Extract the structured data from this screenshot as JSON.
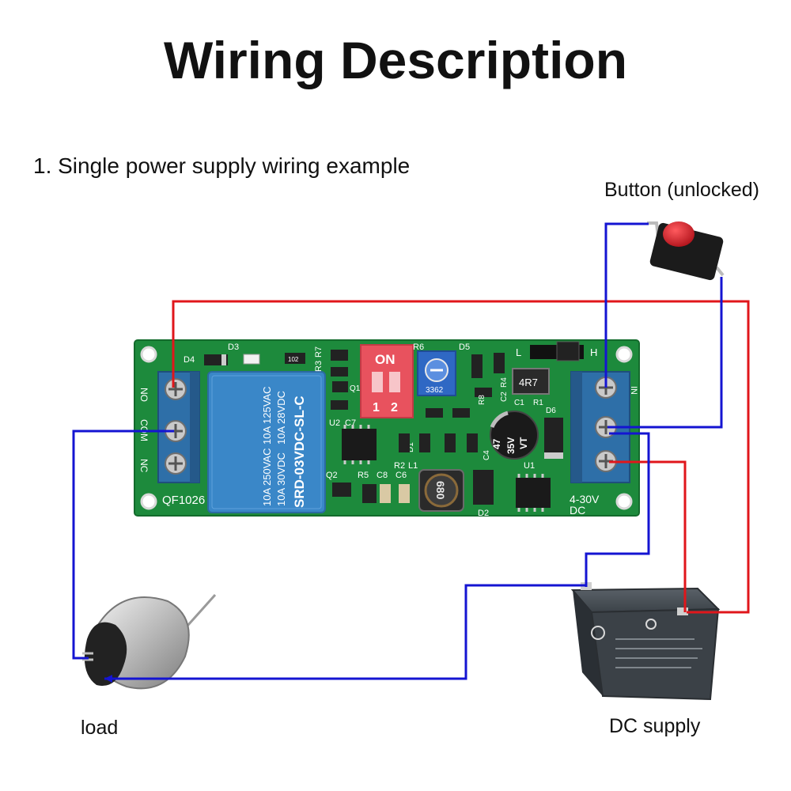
{
  "title": "Wiring Description",
  "section_heading": "1. Single power supply wiring example",
  "labels": {
    "button": "Button (unlocked)",
    "load": "load",
    "dc_supply": "DC supply"
  },
  "board": {
    "model": "QF1026",
    "input_range": "4-30V",
    "input_type": "DC",
    "output_terminals": [
      "NO",
      "COM",
      "NC"
    ],
    "input_terminal": "IN",
    "jumper_labels": [
      "L",
      "H"
    ],
    "dip_switch": {
      "state_label": "ON",
      "positions": [
        "1",
        "2"
      ]
    },
    "potentiometer": "3362",
    "capacitor": {
      "value": "47",
      "voltage": "35V",
      "series": "VT"
    },
    "inductor": "680",
    "component_labels": {
      "d4": "D4",
      "d3": "D3",
      "d5": "D5",
      "d6": "D6",
      "d1": "D1",
      "d2": "D2",
      "r7": "R7",
      "r3": "R3",
      "r6": "R6",
      "r4": "R4",
      "r1": "R1",
      "r8": "R8",
      "r5": "R5",
      "r2": "R2",
      "q1": "Q1",
      "q2": "Q2",
      "u2": "U2",
      "u1": "U1",
      "c7": "C7",
      "c1": "C1",
      "c2": "C2",
      "c8": "C8",
      "c6": "C6",
      "c4": "C4",
      "l1": "L1",
      "smd_102": "102",
      "smd_4r7": "4R7"
    }
  },
  "relay": {
    "model": "SRD-03VDC-SL-C",
    "rating_ac_1": "10A 125VAC",
    "rating_dc_1": "10A 28VDC",
    "rating_ac_2": "10A 250VAC",
    "rating_dc_2": "10A 30VDC"
  },
  "colors": {
    "pcb": "#1d8a3c",
    "relay": "#3a87c8",
    "terminal": "#2e6fa8",
    "wire_positive": "#e0161b",
    "wire_negative": "#1414d2",
    "battery": "#3b4147",
    "button_cap": "#d42026"
  }
}
